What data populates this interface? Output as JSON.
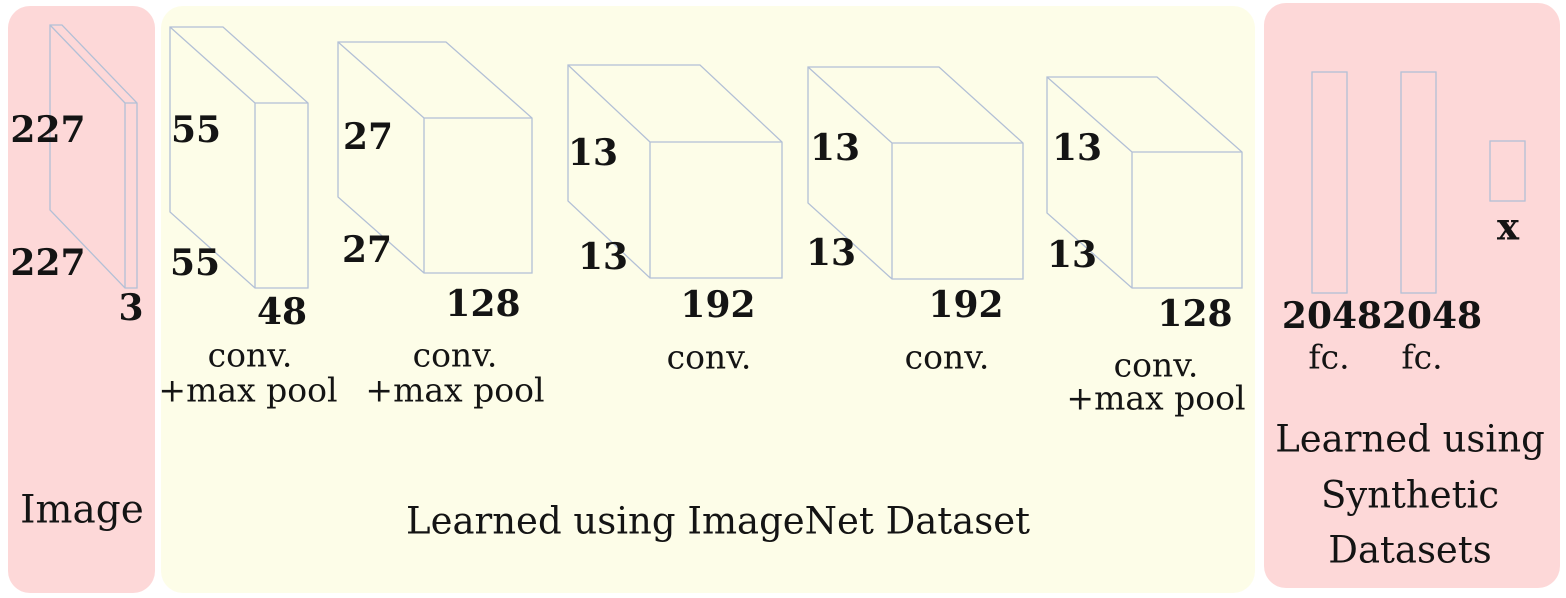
{
  "diagram": {
    "colors": {
      "panel_pink": "#fdd8d8",
      "panel_cream": "#fdfde8",
      "edge": "#b3c0d6",
      "text": "#141414"
    },
    "input_panel": {
      "label": "Image"
    },
    "imagenet_panel": {
      "caption": "Learned using ImageNet Dataset"
    },
    "synthetic_panel": {
      "caption_line1": "Learned using",
      "caption_line2": "Synthetic",
      "caption_line3": "Datasets"
    },
    "layers": [
      {
        "id": "input-image",
        "height": "227",
        "width": "227",
        "channels": "3"
      },
      {
        "id": "conv1",
        "height": "55",
        "width": "55",
        "channels": "48",
        "op1": "conv.",
        "op2": "+max pool"
      },
      {
        "id": "conv2",
        "height": "27",
        "width": "27",
        "channels": "128",
        "op1": "conv.",
        "op2": "+max pool"
      },
      {
        "id": "conv3",
        "height": "13",
        "width": "13",
        "channels": "192",
        "op1": "conv."
      },
      {
        "id": "conv4",
        "height": "13",
        "width": "13",
        "channels": "192",
        "op1": "conv."
      },
      {
        "id": "conv5",
        "height": "13",
        "width": "13",
        "channels": "128",
        "op1": "conv.",
        "op2": "+max pool"
      },
      {
        "id": "fc6",
        "units": "2048",
        "op1": "fc."
      },
      {
        "id": "fc7",
        "units": "2048",
        "op1": "fc."
      },
      {
        "id": "output",
        "label": "x"
      }
    ]
  }
}
